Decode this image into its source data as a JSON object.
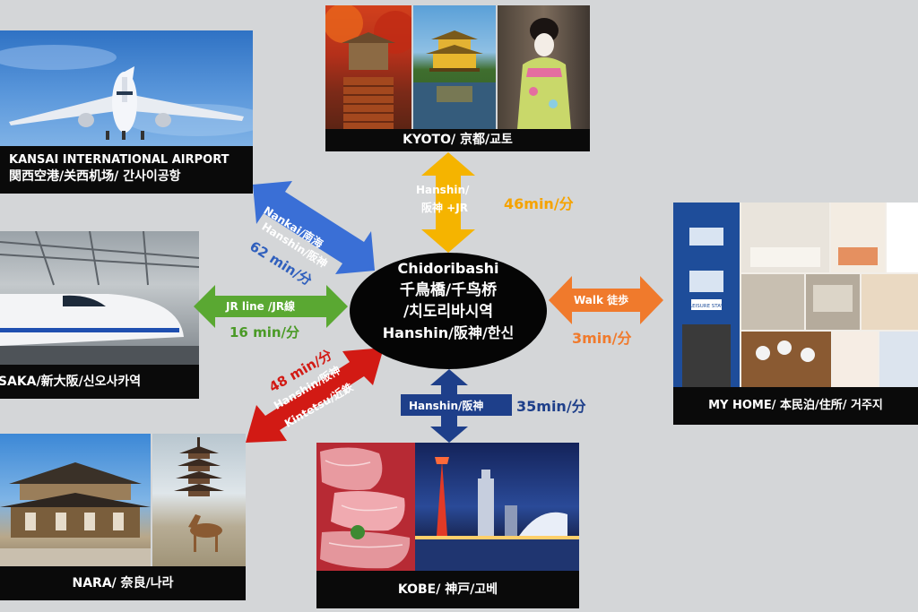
{
  "hub": {
    "line1": "Chidoribashi",
    "line2": "千鳥橋/千鸟桥",
    "line3": "/치도리바시역",
    "line4": "Hanshin/阪神/한신"
  },
  "destinations": {
    "airport": {
      "line1": "KANSAI INTERNATIONAL AIRPORT",
      "line2": "関西空港/关西机场/ 간사이공항"
    },
    "kyoto": {
      "label": "KYOTO/ 京都/교토"
    },
    "osaka": {
      "label": "OSAKA/新大阪/신오사카역"
    },
    "nara": {
      "label": "NARA/ 奈良/나라"
    },
    "kobe": {
      "label": "KOBE/ 神戸/고베"
    },
    "home": {
      "label": "MY HOME/ 本民泊/住所/ 거주지"
    }
  },
  "routes": {
    "airport": {
      "line1": "Nankai/南海",
      "line2": "Hanshin/阪神",
      "time": "62 min/分",
      "color": "#3a6fd6"
    },
    "kyoto": {
      "line1": "Hanshin/",
      "line2": "阪神 +JR",
      "time": "46min/分",
      "color": "#f5b400"
    },
    "osaka": {
      "line": "JR line /JR線",
      "time": "16 min/分",
      "color": "#5aa832"
    },
    "nara": {
      "line1": "Hanshin/阪神",
      "line2": "Kintetsu/近鉄",
      "time": "48 min/分",
      "color": "#d21a14"
    },
    "kobe": {
      "line": "Hanshin/阪神",
      "time": "35min/分",
      "color": "#1e3f8a"
    },
    "home": {
      "line": "Walk 徒歩",
      "time": "3min/分",
      "color": "#f07a2c"
    }
  },
  "home_photo": {
    "sign": "LEISURE STAY"
  }
}
